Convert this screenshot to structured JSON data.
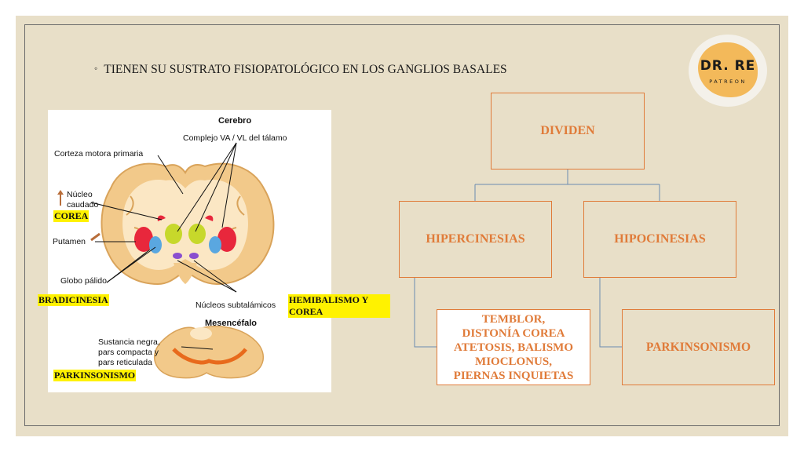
{
  "slide": {
    "heading": "TIENEN SU SUSTRATO FISIOPATOLÓGICO EN LOS GANGLIOS BASALES",
    "bullet": "◦"
  },
  "logo": {
    "line1": "DR. RE",
    "line2": "PATREON"
  },
  "figure": {
    "title_cerebro": "Cerebro",
    "label_complejo": "Complejo VA / VL del tálamo",
    "label_corteza": "Corteza motora primaria",
    "label_nucleo": "Núcleo",
    "label_caudado": "caudado",
    "label_putamen": "Putamen",
    "label_globo": "Globo pálido",
    "label_nucleos_sub": "Núcleos subtalámicos",
    "title_mesencefalo": "Mesencéfalo",
    "label_sustancia_1": "Sustancia negra,",
    "label_sustancia_2": "pars compacta y",
    "label_sustancia_3": "pars reticulada"
  },
  "highlights": {
    "corea": "COREA",
    "bradicinesia": "BRADICINESIA",
    "hemibalismo_1": "HEMIBALISMO Y",
    "hemibalismo_2": "COREA",
    "parkinsonismo": "PARKINSONISMO"
  },
  "org_chart": {
    "root": "DIVIDEN",
    "left": "HIPERCINESIAS",
    "right": "HIPOCINESIAS",
    "left_child_lines": [
      "TEMBLOR,",
      "DISTONÍA COREA",
      "ATETOSIS, BALISMO",
      "MIOCLONUS,",
      "PIERNAS INQUIETAS"
    ],
    "right_child": "PARKINSONISMO"
  },
  "colors": {
    "background": "#e8dfc8",
    "box_border": "#e07b39",
    "box_text": "#e07b39",
    "connector": "#6a8bb0",
    "highlight": "#fff200",
    "logo_blob": "#f3b95a"
  }
}
